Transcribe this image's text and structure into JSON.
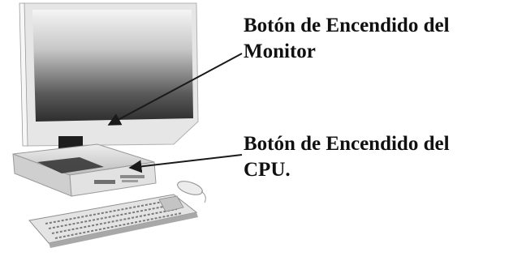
{
  "annotations": {
    "monitor_button": {
      "line1": "Botón de Encendido del",
      "line2": "Monitor"
    },
    "cpu_button": {
      "line1": "Botón de Encendido del",
      "line2": "CPU."
    }
  },
  "colors": {
    "text": "#111111",
    "arrow": "#1a1a1a",
    "screen_dark": "#3a3a3a",
    "screen_light": "#f2f2f2",
    "case_body": "#d9d9d9",
    "case_shadow": "#8c8c8c"
  }
}
